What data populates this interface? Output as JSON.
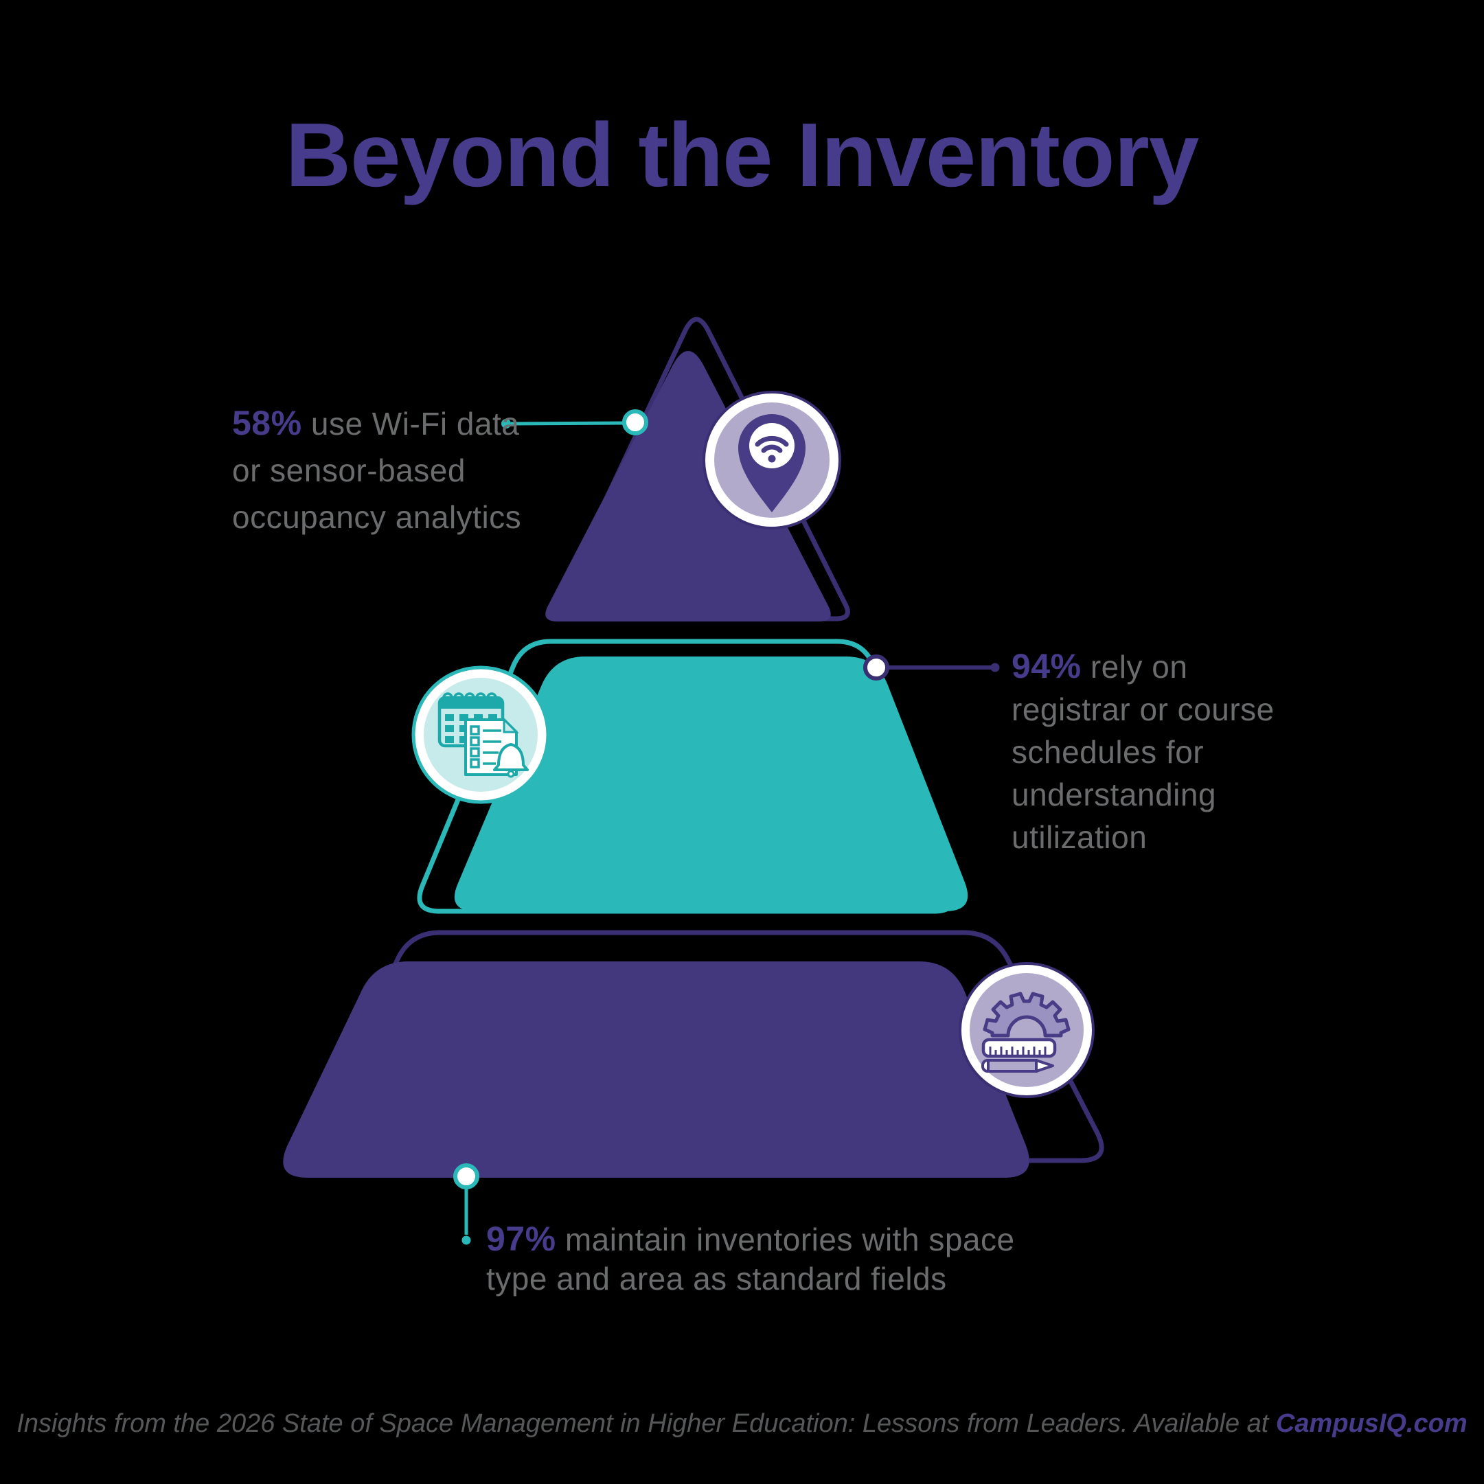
{
  "title": "Beyond the Inventory",
  "levels": [
    {
      "name": "wifi-sensor-analytics",
      "pct": "58%",
      "line1": " use Wi-Fi data",
      "line2": "or sensor-based",
      "line3": "occupancy analytics",
      "shape_color": "#43377D",
      "outline_color": "#3A2F72",
      "icon": "wifi-location-pin-icon",
      "connector_color": "#2AB8B8"
    },
    {
      "name": "registrar-course-schedules",
      "pct": "94%",
      "line1": " rely on",
      "line2": "registrar or course",
      "line3": "schedules for",
      "line4": "understanding",
      "line5": "utilization",
      "shape_color": "#2AB8B8",
      "outline_color": "#2AB8B8",
      "icon": "calendar-checklist-bell-icon",
      "connector_color": "#3A2F72"
    },
    {
      "name": "space-inventories",
      "pct": "97%",
      "line1": " maintain inventories with space",
      "line2": "type and area as standard fields",
      "shape_color": "#43377D",
      "outline_color": "#3A2F72",
      "icon": "gear-ruler-pencil-icon",
      "connector_color": "#2AB8B8"
    }
  ],
  "footer": {
    "text": "Insights from the 2026 State of Space Management in Higher Education: Lessons from Leaders. Available at ",
    "link_text": "CampusIQ.com"
  },
  "colors": {
    "background": "#000000",
    "title_purple": "#473B8C",
    "purple_fill": "#43377D",
    "teal_fill": "#2AB8B8",
    "gray_text": "#6B6C6E",
    "footer_gray": "#57585A",
    "icon_lavender": "#B2AACB",
    "icon_light_teal": "#C6EBEA",
    "icon_teal_stroke": "#1DA9A9",
    "icon_purple_stroke": "#473C85"
  }
}
